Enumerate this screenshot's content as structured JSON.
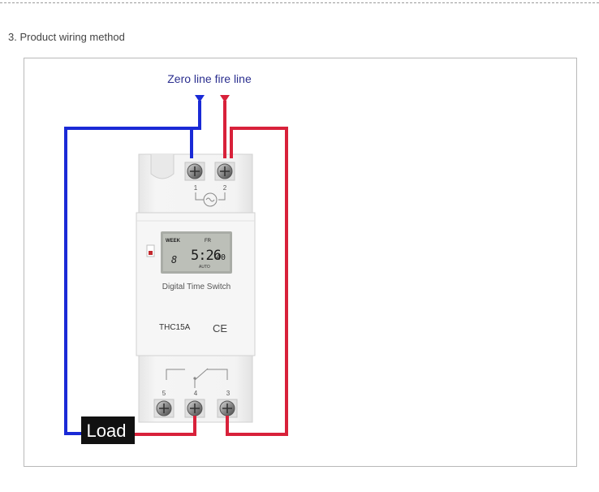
{
  "section": {
    "title": "3. Product wiring method"
  },
  "diagram": {
    "top_label": "Zero line fire line",
    "device": {
      "name": "Digital Time Switch",
      "model": "THC15A",
      "certification": "CE",
      "terminals_top": [
        "1",
        "2"
      ],
      "terminals_bottom": [
        "5",
        "4",
        "3"
      ],
      "display": {
        "week_label": "WEEK",
        "day_label": "FR",
        "program": "8",
        "time": "5:26",
        "seconds": "40",
        "mode": "AUTO"
      }
    },
    "load_label": "Load"
  },
  "colors": {
    "neutral_wire": "#1a2ad6",
    "live_wire": "#d8213a",
    "device_body": "#f1f1f1",
    "lcd": "#b9bcb6",
    "load_box": "#111111"
  }
}
